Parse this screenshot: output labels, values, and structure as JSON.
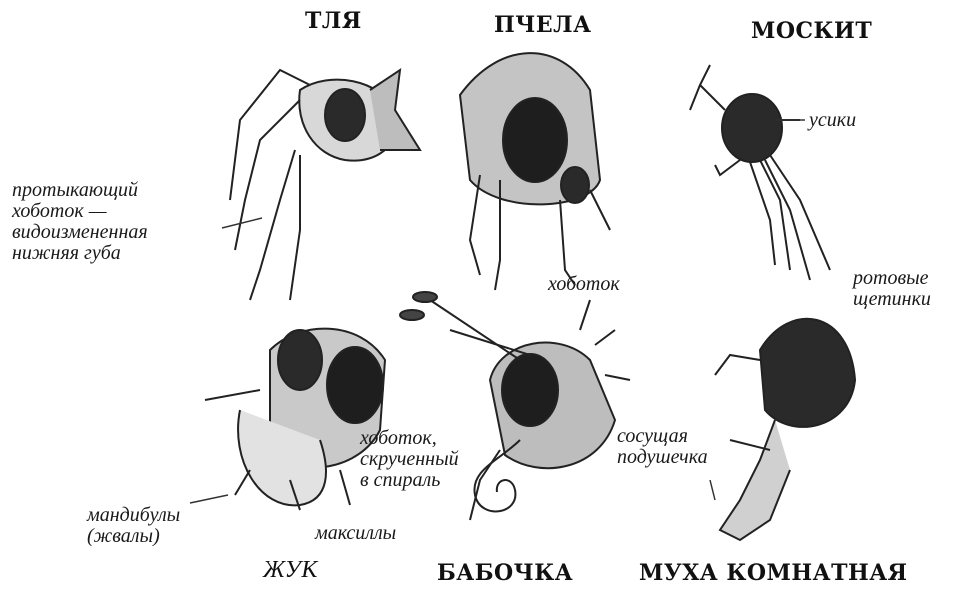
{
  "titles": {
    "aphid": "ТЛЯ",
    "bee": "ПЧЕЛА",
    "mosquito": "МОСКИТ",
    "beetle": "ЖУК",
    "butterfly": "БАБОЧКА",
    "housefly": "МУХА КОМНАТНАЯ"
  },
  "labels": {
    "aphid_proboscis": [
      "протыкающий",
      "хоботок —",
      "видоизмененная",
      "нижняя губа"
    ],
    "mosquito_antennae": [
      "усики"
    ],
    "bee_proboscis": [
      "хоботок"
    ],
    "mosquito_bristles": [
      "ротовые",
      "щетинки"
    ],
    "butterfly_proboscis": [
      "хоботок,",
      "скрученный",
      "в спираль"
    ],
    "fly_pad": [
      "сосущая",
      "подушечка"
    ],
    "beetle_mandibles": [
      "мандибулы",
      "(жвалы)"
    ],
    "beetle_maxillae": [
      "максиллы"
    ]
  }
}
